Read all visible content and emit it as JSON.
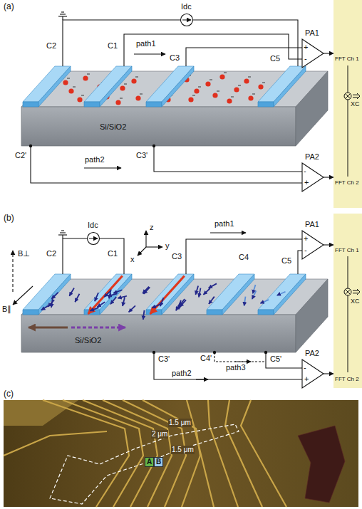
{
  "diagram": {
    "nodes": [
      {
        "text": [
          "Idc"
        ]
      },
      {
        "text": [
          "PA1",
          "+",
          "-"
        ]
      },
      {
        "text": [
          "PA2",
          "-",
          "+"
        ]
      },
      {
        "text": [
          "FFT Ch 1",
          "XC",
          "FFT Ch 2"
        ]
      },
      {
        "text": [
          "Idc"
        ]
      },
      {
        "text": [
          "PA1",
          "+",
          "-"
        ]
      },
      {
        "text": [
          "PA2",
          "-",
          "+"
        ]
      },
      {
        "text": [
          "FFT Ch 1",
          "XC",
          "FFT Ch 2"
        ]
      },
      {
        "text": [
          "A"
        ]
      },
      {
        "text": [
          "B"
        ]
      }
    ],
    "edges": [
      {
        "from": 1,
        "to": 3,
        "arrow": "to"
      },
      {
        "from": 2,
        "to": 3,
        "arrow": "to"
      },
      {
        "from": 5,
        "to": 7,
        "arrow": "to"
      },
      {
        "from": 6,
        "to": 7,
        "arrow": "to"
      }
    ],
    "labels": [
      "(a)",
      "C2",
      "C1",
      "path1",
      "C3",
      "C5",
      "Si/SiO2",
      "C2'",
      "C3'",
      "path2",
      "(b)",
      "C2",
      "C1",
      "z",
      "y",
      "x",
      "C3",
      "C4",
      "C5",
      "path1",
      "B⊥",
      "B∥",
      "Si/SiO2",
      "C3'",
      "C4'",
      "C5'",
      "path2",
      "path3",
      "(c)",
      "1.5 μm",
      "2 μm",
      "1.5 μm"
    ]
  }
}
